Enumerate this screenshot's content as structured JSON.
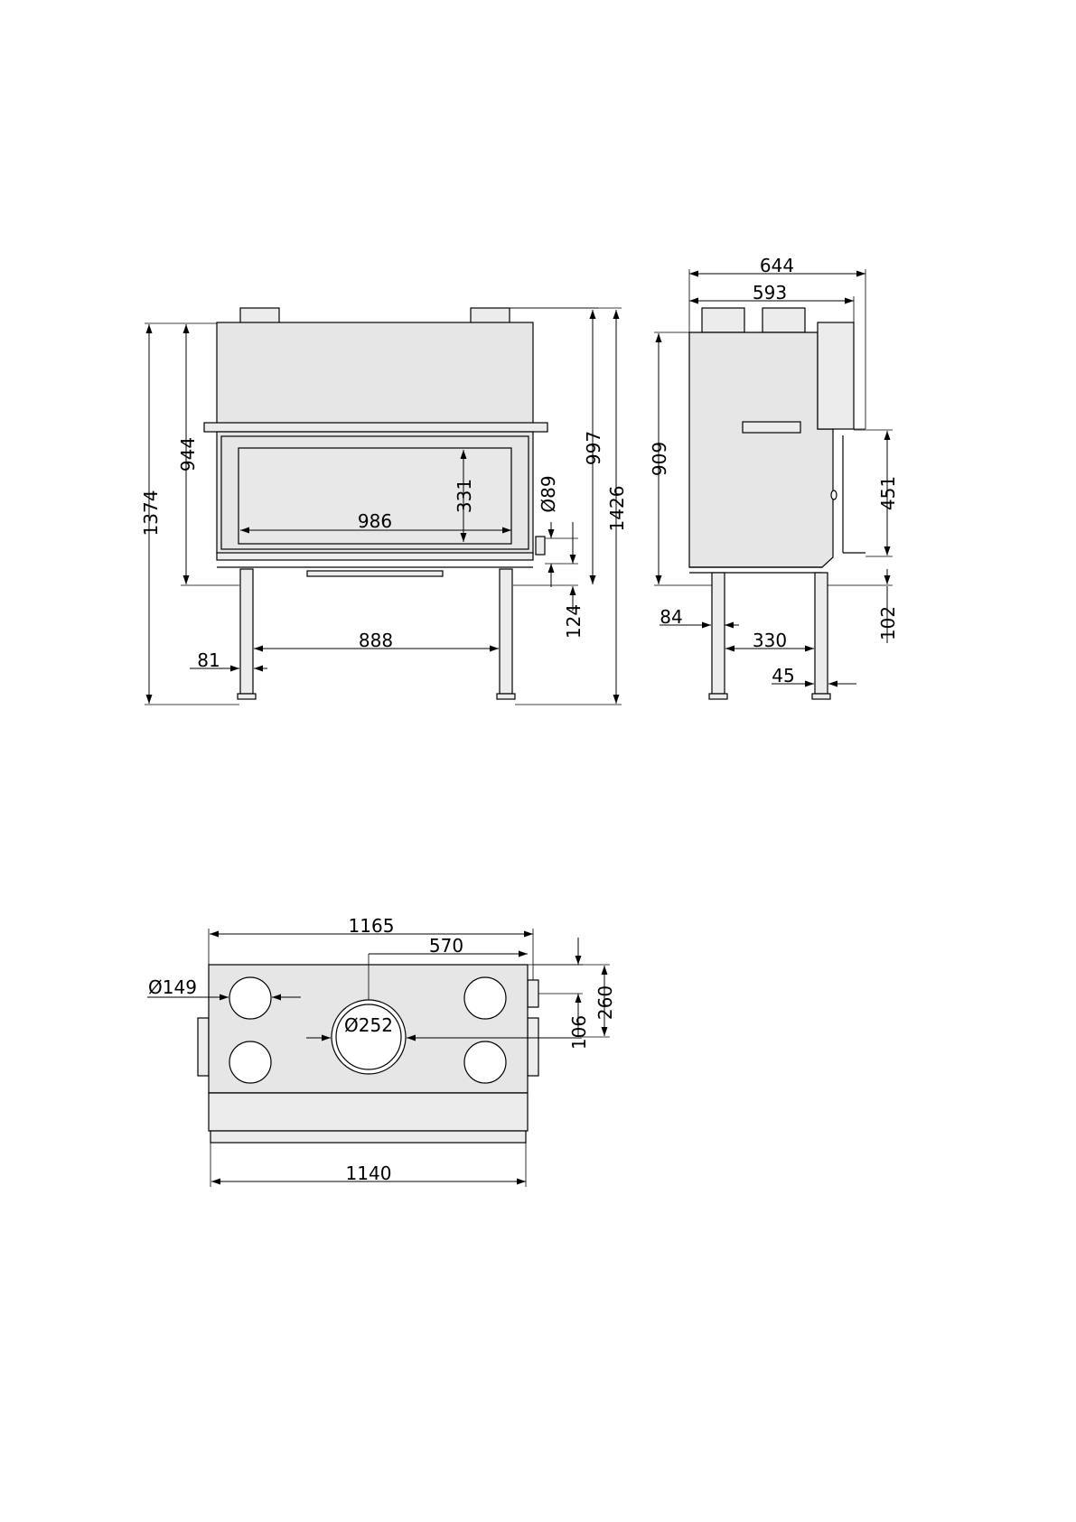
{
  "front_view": {
    "dim_1374": "1374",
    "dim_944": "944",
    "dim_331": "331",
    "dim_986": "986",
    "dim_d89": "Ø89",
    "dim_997": "997",
    "dim_1426": "1426",
    "dim_124": "124",
    "dim_888": "888",
    "dim_81": "81"
  },
  "side_view": {
    "dim_644": "644",
    "dim_593": "593",
    "dim_909": "909",
    "dim_451": "451",
    "dim_102": "102",
    "dim_84": "84",
    "dim_330": "330",
    "dim_45": "45"
  },
  "top_view": {
    "dim_1165": "1165",
    "dim_570": "570",
    "dim_d149": "Ø149",
    "dim_d252": "Ø252",
    "dim_106": "106",
    "dim_260": "260",
    "dim_1140": "1140"
  },
  "colors": {
    "line": "#000000",
    "fill": "#e6e6e6",
    "background": "#ffffff"
  }
}
